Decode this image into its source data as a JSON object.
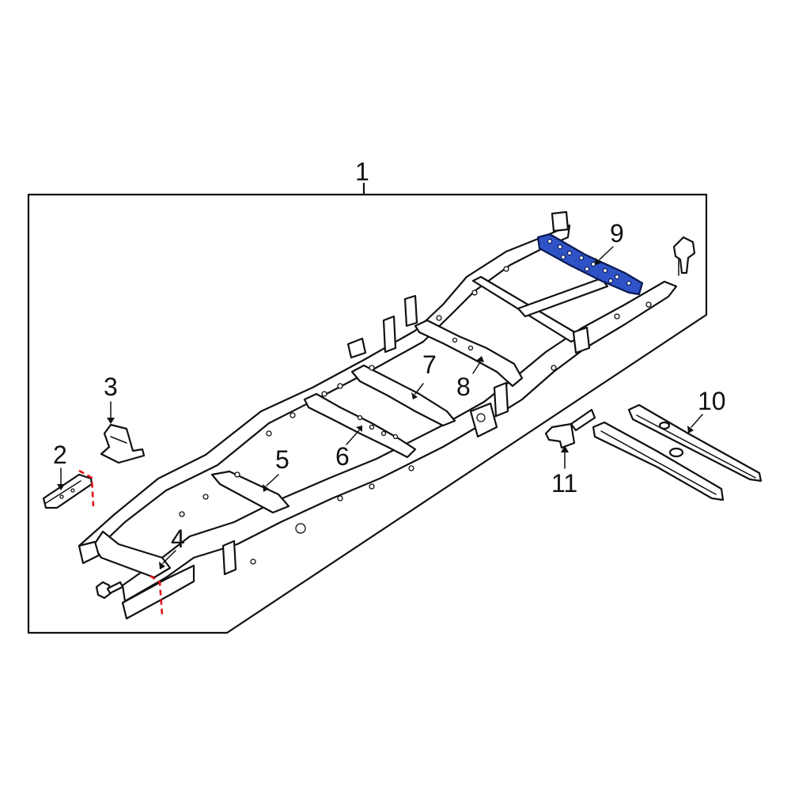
{
  "diagram": {
    "callouts": [
      "1",
      "2",
      "3",
      "4",
      "5",
      "6",
      "7",
      "8",
      "9",
      "10",
      "11"
    ],
    "highlight_color": "#2f53c7",
    "cut_line_color": "#e0151b",
    "highlighted_part": "9"
  }
}
